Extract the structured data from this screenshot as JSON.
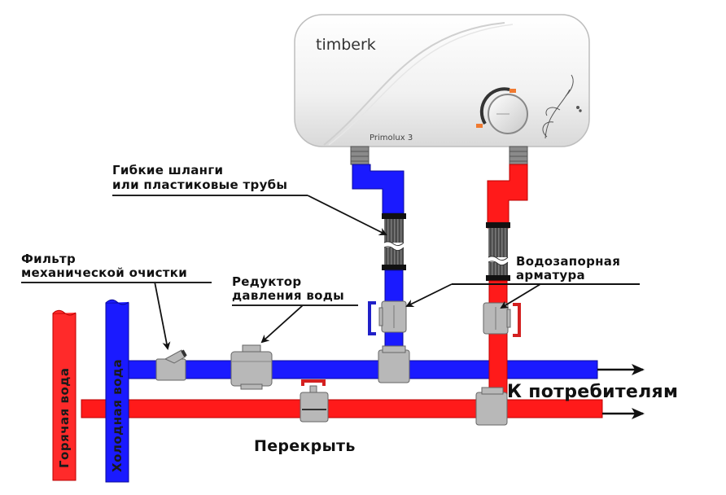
{
  "heater": {
    "brand": "timberk",
    "model": "Primolux 3"
  },
  "labels": {
    "flex_hoses_line1": "Гибкие шланги",
    "flex_hoses_line2": "или пластиковые трубы",
    "filter_line1": "Фильтр",
    "filter_line2": "механической очистки",
    "reducer_line1": "Редуктор",
    "reducer_line2": "давления воды",
    "shutoff_line1": "Водозапорная",
    "shutoff_line2": "арматура",
    "to_consumers": "К потребителям",
    "shut_off": "Перекрыть",
    "hot_water": "Горячая вода",
    "cold_water": "Холодная вода"
  },
  "colors": {
    "hot_pipe": "#ff1a1a",
    "cold_pipe": "#1a1aff",
    "fitting": "#b8b8b8",
    "hose": "#555555",
    "valve_handle_hot": "#d42020",
    "valve_handle_cold": "#2020c8"
  }
}
